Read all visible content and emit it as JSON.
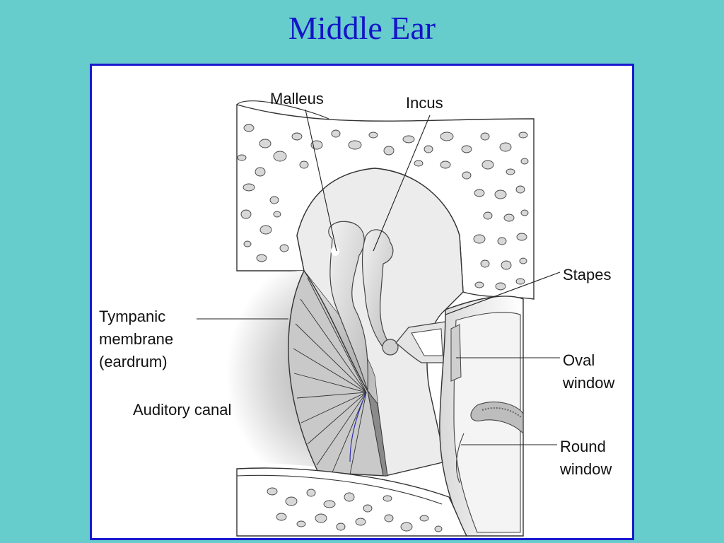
{
  "title": "Middle Ear",
  "labels": {
    "malleus": "Malleus",
    "incus": "Incus",
    "stapes": "Stapes",
    "tympanic_1": "Tympanic",
    "tympanic_2": "membrane",
    "tympanic_3": "(eardrum)",
    "auditory_canal": "Auditory canal",
    "oval_1": "Oval",
    "oval_2": "window",
    "round_1": "Round",
    "round_2": "window"
  },
  "colors": {
    "background": "#66cccc",
    "title": "#1414c8",
    "frame_border": "#1a1ad0"
  }
}
